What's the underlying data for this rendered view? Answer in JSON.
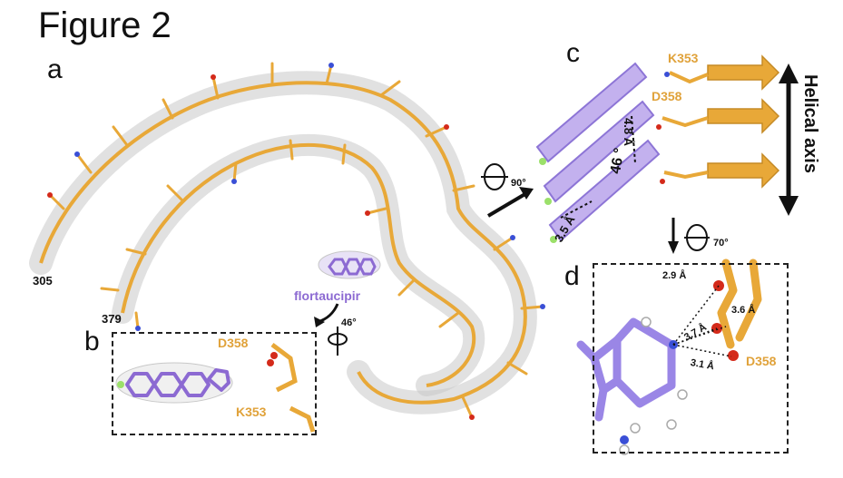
{
  "figure": {
    "title": "Figure 2"
  },
  "panels": {
    "a": "a",
    "b": "b",
    "c": "c",
    "d": "d"
  },
  "labels": {
    "res_305": "305",
    "res_379": "379",
    "ligand": "flortaucipir",
    "rot_b": "46°",
    "b_d358": "D358",
    "b_k353": "K353",
    "c_k353": "K353",
    "c_d358": "D358",
    "rot_c": "90°",
    "dist_48": "4.8 Å",
    "angle_46": "46 °",
    "dist_35": "3.5 Å",
    "helical_axis": "Helical axis",
    "rot_d": "70°",
    "d_29": "2.9 Å",
    "d_37": "3.7 Å",
    "d_36": "3.6 Å",
    "d_31": "3.1 Å",
    "d_d358": "D358"
  },
  "colors": {
    "protein": "#e8a838",
    "ligand": "#8c6ad2",
    "density": "#b8b8b8",
    "oxygen": "#d42a1a",
    "nitrogen": "#3a4fd6",
    "fluorine": "#9be06a"
  }
}
